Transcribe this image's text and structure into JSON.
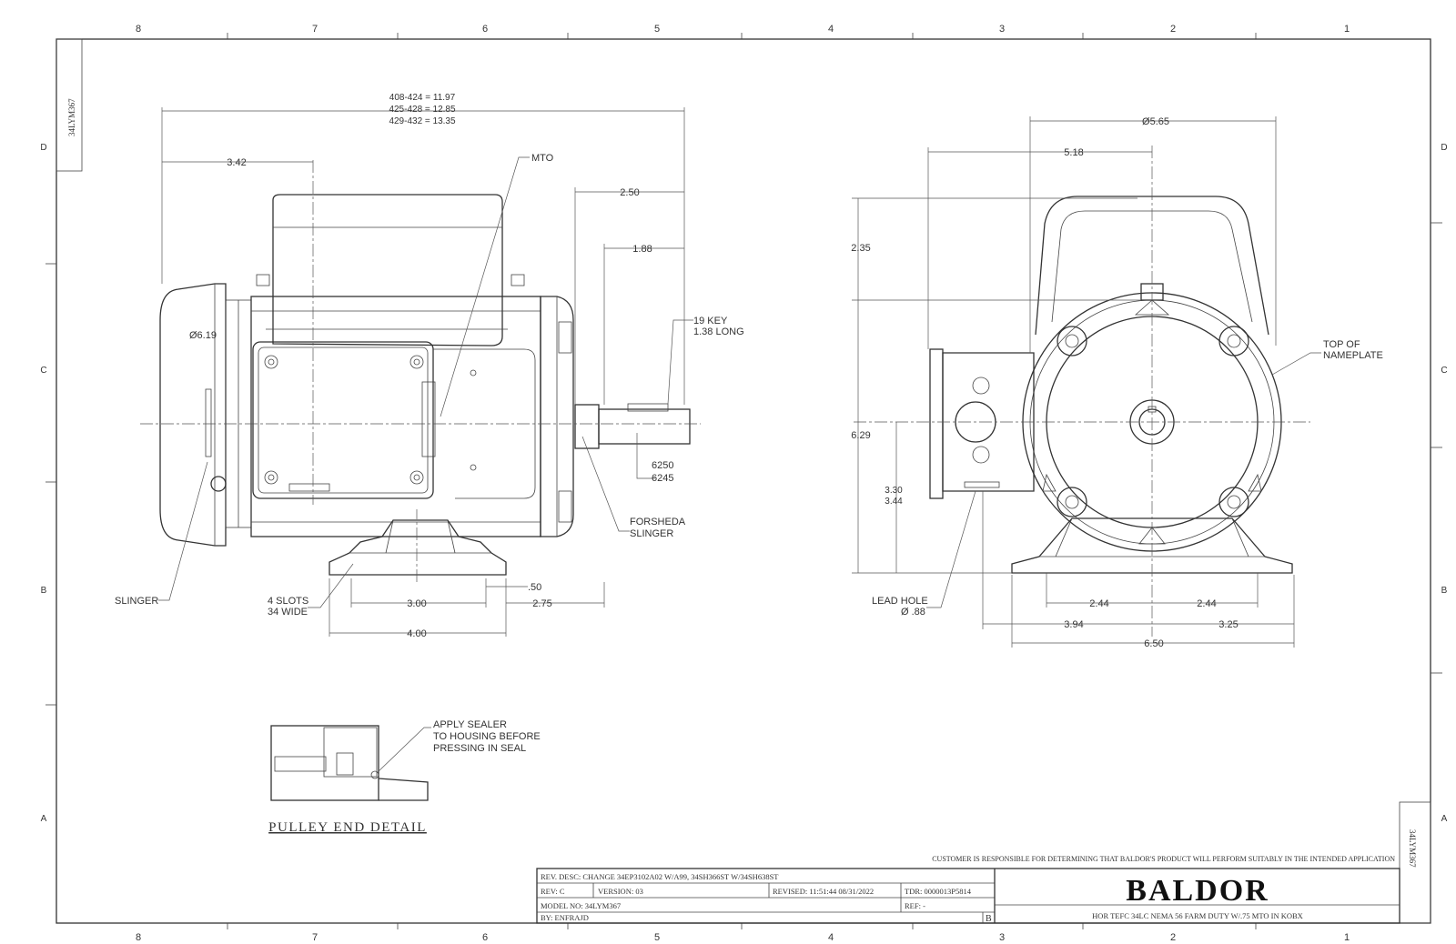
{
  "sheet": {
    "zones_top": [
      "8",
      "7",
      "6",
      "5",
      "4",
      "3",
      "2",
      "1"
    ],
    "zones_bottom": [
      "8",
      "7",
      "6",
      "5",
      "4",
      "3",
      "2",
      "1"
    ],
    "zones_side": [
      "D",
      "C",
      "B",
      "A"
    ],
    "side_tag_top": "34LYM367",
    "side_tag_bottom": "34LYM367"
  },
  "side_view": {
    "overall_dims": [
      "408-424 = 11.97",
      "425-428 = 12.85",
      "429-432 = 13.35"
    ],
    "dim_342": "3.42",
    "mto": "MTO",
    "dim_250": "2.50",
    "dim_188": "1.88",
    "key": [
      "19 KEY",
      "1.38 LONG"
    ],
    "dia_619": "Ø6.19",
    "shaft": [
      "6250",
      "6245"
    ],
    "forsheda": [
      "FORSHEDA",
      "SLINGER"
    ],
    "slinger": "SLINGER",
    "slots": [
      "4 SLOTS",
      "34 WIDE"
    ],
    "dim_300": "3.00",
    "dim_50": ".50",
    "dim_275": "2.75",
    "dim_400": "4.00"
  },
  "end_view": {
    "dia_565": "Ø5.65",
    "dim_518": "5.18",
    "dim_235": "2.35",
    "dim_629": "6.29",
    "dim_330": [
      "3.30",
      "3.44"
    ],
    "nameplate": [
      "TOP OF",
      "NAMEPLATE"
    ],
    "lead_hole": [
      "LEAD HOLE",
      "Ø .88"
    ],
    "dim_244a": "2.44",
    "dim_244b": "2.44",
    "dim_394": "3.94",
    "dim_325": "3.25",
    "dim_650": "6.50"
  },
  "detail": {
    "note": [
      "APPLY SEALER",
      "TO HOUSING BEFORE",
      "PRESSING IN SEAL"
    ],
    "title": "PULLEY END DETAIL"
  },
  "title_block": {
    "disclaimer": "CUSTOMER IS RESPONSIBLE FOR DETERMINING THAT BALDOR'S PRODUCT WILL PERFORM SUITABLY IN THE INTENDED APPLICATION",
    "rev_desc": "REV. DESC: CHANGE 34EP3102A02 W/A99, 34SH366ST W/34SH638ST",
    "rev": "REV: C",
    "version": "VERSION: 03",
    "revised": "REVISED: 11:51:44 08/31/2022",
    "tdr": "TDR: 0000013P5814",
    "model": "MODEL NO: 34LYM367",
    "ref": "REF: -",
    "by": "BY: ENFRAJD",
    "b": "B",
    "logo": "BALDOR",
    "description": "HOR TEFC 34LC NEMA 56 FARM DUTY W/.75 MTO IN KOBX"
  }
}
